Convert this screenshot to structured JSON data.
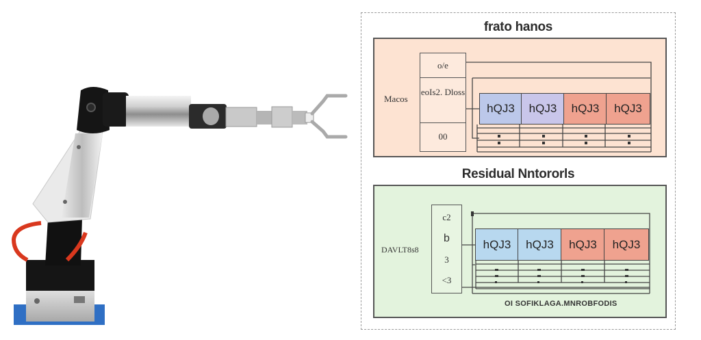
{
  "colors": {
    "top_panel_bg": "#fde3d2",
    "bottom_panel_bg": "#e3f3dd",
    "block_blue": "#bcc8ea",
    "block_lavender": "#c9c6ea",
    "block_light_blue": "#b8d8ef",
    "block_red": "#efa28f",
    "robot_base_blue": "#2f6fc4",
    "cable_red": "#d9381e"
  },
  "robot": {
    "description": "Robotic arm with gripper"
  },
  "diagram": {
    "top": {
      "title": "frato hanos",
      "side_label": "Macos",
      "stack": [
        "o/e",
        "eoIs2. Dloss",
        "00"
      ],
      "blocks": [
        {
          "label": "hQJ3",
          "color": "block_blue"
        },
        {
          "label": "hQJ3",
          "color": "block_lavender"
        },
        {
          "label": "hQJ3",
          "color": "block_red"
        },
        {
          "label": "hQJ3",
          "color": "block_red"
        }
      ]
    },
    "bottom": {
      "title": "Residual Nntororls",
      "side_label": "DAVLT8s8",
      "stack": [
        "c2",
        "b",
        "3",
        "<3"
      ],
      "blocks": [
        {
          "label": "hQJ3",
          "color": "block_light_blue"
        },
        {
          "label": "hQJ3",
          "color": "block_light_blue"
        },
        {
          "label": "hQJ3",
          "color": "block_red"
        },
        {
          "label": "hQJ3",
          "color": "block_red"
        }
      ],
      "caption": "OI SOFIKLAGA.MNROBFODIS"
    }
  }
}
